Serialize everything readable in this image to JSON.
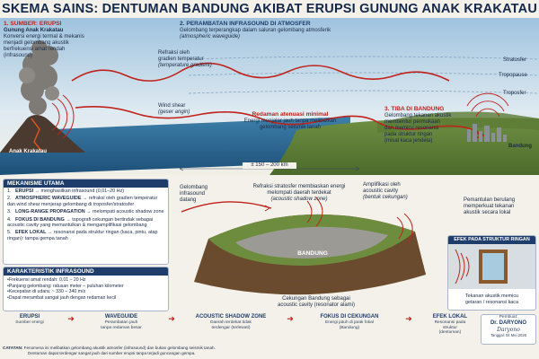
{
  "title": "SKEMA SAINS: DENTUMAN BANDUNG AKIBAT ERUPSI GUNUNG ANAK KRAKATAU",
  "scene": {
    "step1": {
      "title": "1. SUMBER: ERUPSI",
      "subtitle": "Gunung Anak Krakatau",
      "lines": [
        "Konversi energi termal & mekanis",
        "menjadi gelombang akustik",
        "berfrekuensi amat rendah",
        "(infrasound)"
      ]
    },
    "step2": {
      "title": "2. PERAMBATAN INFRASOUND DI ATMOSFER",
      "lines": [
        "Gelombang terperangkap dalam saluran gelombang atmosferik"
      ],
      "italic": "(atmospheric waveguide)"
    },
    "step3": {
      "title": "3. TIBA DI BANDUNG",
      "lines": [
        "Gelombang tekanan akustik",
        "membentur permukaan",
        "dan memicu resonansi",
        "pada struktur ringan",
        "(misal kaca jendela)"
      ]
    },
    "refraction": {
      "lines": [
        "Refraksi oleh",
        "gradien temperatur"
      ],
      "italic": "(temperature gradient)"
    },
    "wind_shear": {
      "lines": [
        "Wind shear"
      ],
      "italic": "(geser angin)"
    },
    "redaman": {
      "title": "Redaman atenuasi minimal",
      "lines": [
        "Energi menjalar jauh tanpa melibatkan",
        "gelombang seismik tanah"
      ]
    },
    "layers": {
      "stratosfer": "Stratosfer",
      "tropopause": "Tropopause",
      "troposfer": "Troposfer"
    },
    "volcano_label": "Anak Krakatau",
    "city_label": "Bandung",
    "distance": "± 150 – 200 km"
  },
  "mechanism": {
    "title": "MEKANISME UTAMA",
    "items": [
      {
        "n": "1.",
        "head": "ERUPSI",
        "text": "→ menghasilkan infrasound (0,01–20 Hz)"
      },
      {
        "n": "2.",
        "head": "ATMOSPHERIC WAVEGUIDE",
        "text": "→ refraksi oleh gradien temperatur dan wind shear menjerap gelombang di troposfer/stratosfer"
      },
      {
        "n": "3.",
        "head": "LONG-RANGE PROPAGATION",
        "text": "→ melompati acoustic shadow zone"
      },
      {
        "n": "4.",
        "head": "FOKUS DI BANDUNG",
        "text": "→ topografi cekungan bertindak sebagai acoustic cavity yang memantulkan & mengamplifikasi gelombang"
      },
      {
        "n": "5.",
        "head": "EFEK LOKAL",
        "text": "→ resonansi pada struktur ringan (kaca, pintu, atap ringan): tampa gempa tanah"
      }
    ]
  },
  "characteristics": {
    "title": "KARAKTERISTIK INFRASOUND",
    "items": [
      "Frekuensi amat rendah: 0,01 – 20 Hz",
      "Panjang gelombang: ratusan meter – puluhan kilometer",
      "Kecepatan di udara: ~ 330 – 340 m/s",
      "Dapat merambat sangat jauh dengan redaman kecil"
    ]
  },
  "basin": {
    "incoming": [
      "Gelombang",
      "infrasound",
      "datang"
    ],
    "refraction": {
      "lines": [
        "Refraksi stratosfer membiaskan energi",
        "melompati daerah terdekat"
      ],
      "italic": "(acoustic shadow zone)"
    },
    "amplification": {
      "lines": [
        "Amplifikasi oleh",
        "acoustic cavity"
      ],
      "italic": "(bentuk cekungan)"
    },
    "reflection": [
      "Pemantulan berulang",
      "memperkuat tekanan",
      "akustik secara lokal"
    ],
    "label": "BANDUNG",
    "caption": [
      "Cekungan Bandung sebagai",
      "acoustic cavity (resonator alami)"
    ]
  },
  "effect": {
    "title": "EFEK PADA STRUKTUR RINGAN",
    "lines": [
      "Tekanan akustik memicu",
      "getaran / resonansi kaca"
    ]
  },
  "flow": [
    {
      "head": "ERUPSI",
      "sub": [
        "Sumber energi"
      ]
    },
    {
      "head": "WAVEGUIDE",
      "sub": [
        "Perambatan jauh",
        "tanpa redaman besar"
      ]
    },
    {
      "head": "ACOUSTIC SHADOW ZONE",
      "sub": [
        "Daerah terdekat tidak",
        "terdengar (terlewati)"
      ]
    },
    {
      "head": "FOKUS DI CEKUNGAN",
      "sub": [
        "Energi jatuh di jarak fokal",
        "(Bandung)"
      ]
    },
    {
      "head": "EFEK LOKAL",
      "sub": [
        "Resonansi pada",
        "struktur",
        "(dentuman)"
      ]
    }
  ],
  "credit": {
    "label": "Pembuat:",
    "name": "Dr. DARYONO",
    "signature": "Daryono",
    "date": "Tanggal: 04 Mei 2026"
  },
  "note": {
    "label": "CATATAN:",
    "lines": [
      "Fenomena ini melibatkan gelombang akustik atmosfer (infrasound) dan bukan gelombang seismik tanah.",
      "Dentuman dapat terdengar sangat jauh dari sumber erupsi tanpa terjadi guncangan gempa."
    ]
  },
  "colors": {
    "accent_red": "#c0221c",
    "navy": "#1f3d6b",
    "sky": "#cfe1ef",
    "sea": "#2f6f9c"
  }
}
